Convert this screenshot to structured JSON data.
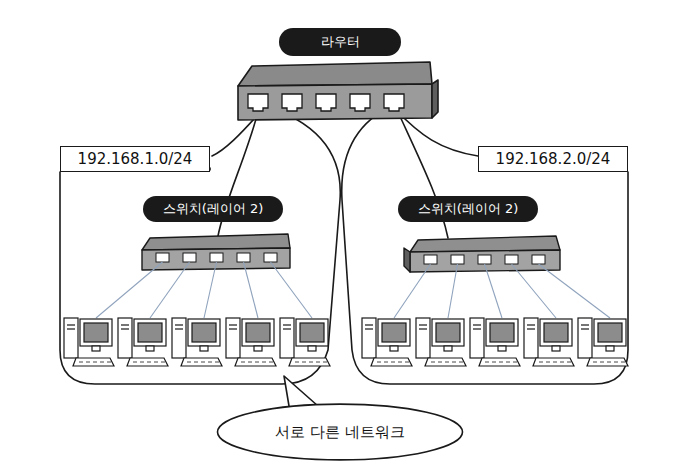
{
  "diagram": {
    "nodes": [
      {
        "text": [
          "라우터"
        ]
      },
      {
        "text": [
          "192.168.1.0/24"
        ]
      },
      {
        "text": [
          "192.168.2.0/24"
        ]
      },
      {
        "text": [
          "스위치(레이어 2)"
        ]
      },
      {
        "text": [
          "스위치(레이어 2)"
        ]
      },
      {
        "text": [
          "서로 다른 네트워크"
        ]
      }
    ]
  }
}
